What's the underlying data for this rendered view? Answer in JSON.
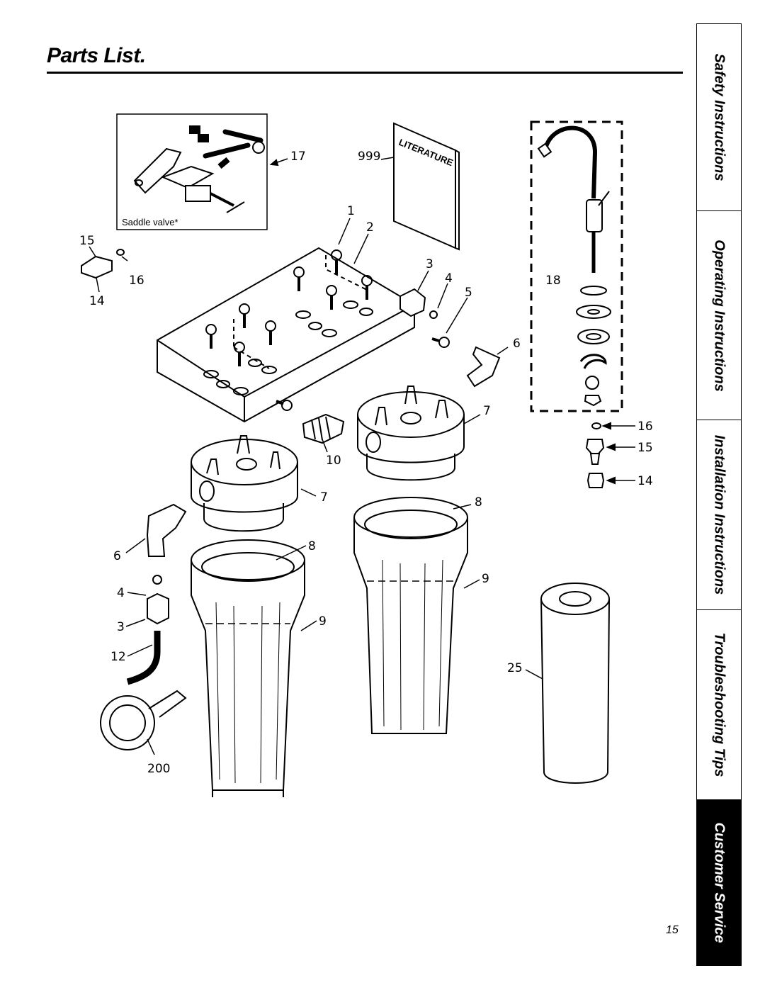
{
  "page": {
    "title": "Parts List.",
    "page_number": "15"
  },
  "side_tabs": [
    {
      "label": "Safety Instructions",
      "active": false
    },
    {
      "label": "Operating Instructions",
      "active": false
    },
    {
      "label": "Installation Instructions",
      "active": false
    },
    {
      "label": "Troubleshooting Tips",
      "active": false
    },
    {
      "label": "Customer Service",
      "active": true
    }
  ],
  "diagram": {
    "inset_label": "Saddle valve*",
    "literature_label": "LITERATURE",
    "callouts": {
      "c17": "17",
      "c999": "999",
      "c1": "1",
      "c2": "2",
      "c15a": "15",
      "c16a": "16",
      "c14a": "14",
      "c3a": "3",
      "c4a": "4",
      "c5": "5",
      "c18": "18",
      "c6a": "6",
      "c7a": "7",
      "c10": "10",
      "c16b": "16",
      "c15b": "15",
      "c14b": "14",
      "c7b": "7",
      "c8a": "8",
      "c6b": "6",
      "c8b": "8",
      "c4b": "4",
      "c9a": "9",
      "c3b": "3",
      "c9b": "9",
      "c12": "12",
      "c25": "25",
      "c200": "200"
    }
  }
}
